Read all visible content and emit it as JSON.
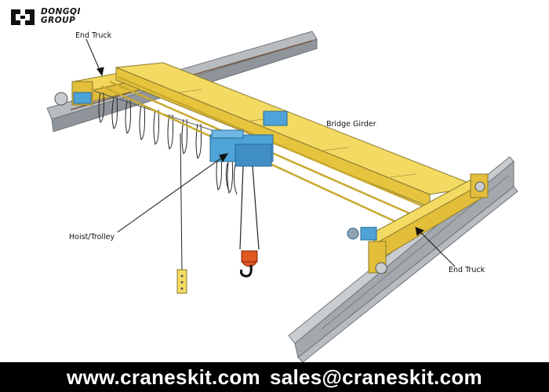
{
  "brand": {
    "line1": "DONGQI",
    "line2": "GROUP"
  },
  "labels": {
    "end_truck_top": "End Truck",
    "bridge_girder": "Bridge Girder",
    "hoist_trolley": "Hoist/Trolley",
    "end_truck_bottom": "End Truck"
  },
  "footer": {
    "website": "www.craneskit.com",
    "email": "sales@craneskit.com"
  },
  "colors": {
    "girder": "#f2d55a",
    "rail": "#9da3a8",
    "hoist": "#4ea3d8",
    "hook": "#e2561f",
    "footer_bg": "#000000"
  }
}
